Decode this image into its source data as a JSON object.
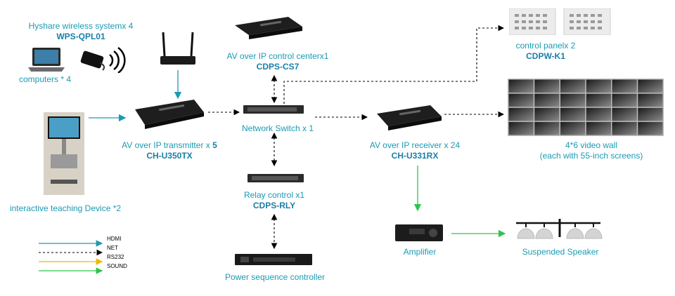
{
  "labels": {
    "hyshare_title": "Hyshare wireless systemx 4",
    "hyshare_model": "WPS-QPL01",
    "computers": "computers * 4",
    "teaching": "interactive teaching Device *2",
    "transmitter_title": "AV over  IP transmitter x",
    "transmitter_count": "5",
    "transmitter_model": "CH-U350TX",
    "control_center_title": "AV over  IP control centerx1",
    "control_center_model": "CDPS-CS7",
    "switch": "Network Switch x 1",
    "relay_title": "Relay control x1",
    "relay_model": "CDPS-RLY",
    "power_seq": "Power sequence controller",
    "receiver_title": "AV over  IP receiver  x 24",
    "receiver_model": "CH-U331RX",
    "amplifier": "Amplifier",
    "speaker": "Suspended Speaker",
    "panel_title": "control panelx 2",
    "panel_model": "CDPW-K1",
    "videowall_title": "4*6 video  wall",
    "videowall_sub": "(each with 55-inch screens)"
  },
  "legend": [
    {
      "label": "HDMI",
      "color": "#1a9ab3",
      "style": "solid"
    },
    {
      "label": "NET",
      "color": "#000000",
      "style": "dashed"
    },
    {
      "label": "RS232",
      "color": "#f2b700",
      "style": "solid"
    },
    {
      "label": "SOUND",
      "color": "#2ec44a",
      "style": "solid"
    }
  ],
  "colors": {
    "hdmi": "#1a9ab3",
    "net": "#000000",
    "rs232": "#f2b700",
    "sound": "#2ec44a",
    "label_text": "#1a9ab3",
    "model_text": "#1a7fa8"
  }
}
